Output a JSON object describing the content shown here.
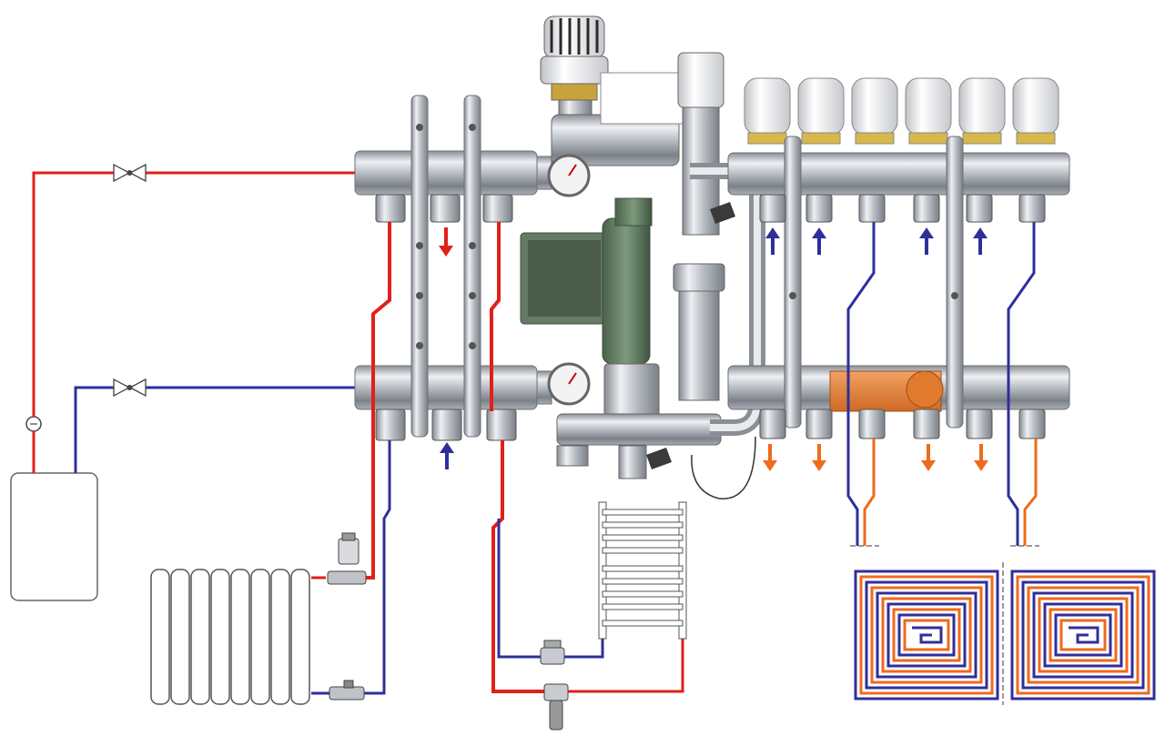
{
  "diagram": {
    "kind": "heating-manifold-schematic",
    "colors": {
      "supply": "#e0201a",
      "return": "#2f2f9a",
      "underfloor_supply": "#ef6a1c",
      "steel": "#c9cdd3",
      "pump_body": "#5e7a5e",
      "mixer_block": "#e9823a",
      "actuator": "#e8e8e8"
    },
    "components": {
      "boiler": "boiler",
      "radiator": "radiator",
      "towel_rail": "towel-rail",
      "pump": "circulation-pump",
      "thermostatic_head": "thermostatic-head",
      "manifold_supply": "supply-manifold",
      "manifold_return": "return-manifold",
      "valves": [
        "ball-valve",
        "ball-valve"
      ],
      "actuators": [
        "actuator",
        "actuator",
        "actuator",
        "actuator",
        "actuator",
        "actuator"
      ],
      "floor_loops": [
        "underfloor-loop",
        "underfloor-loop"
      ]
    }
  }
}
